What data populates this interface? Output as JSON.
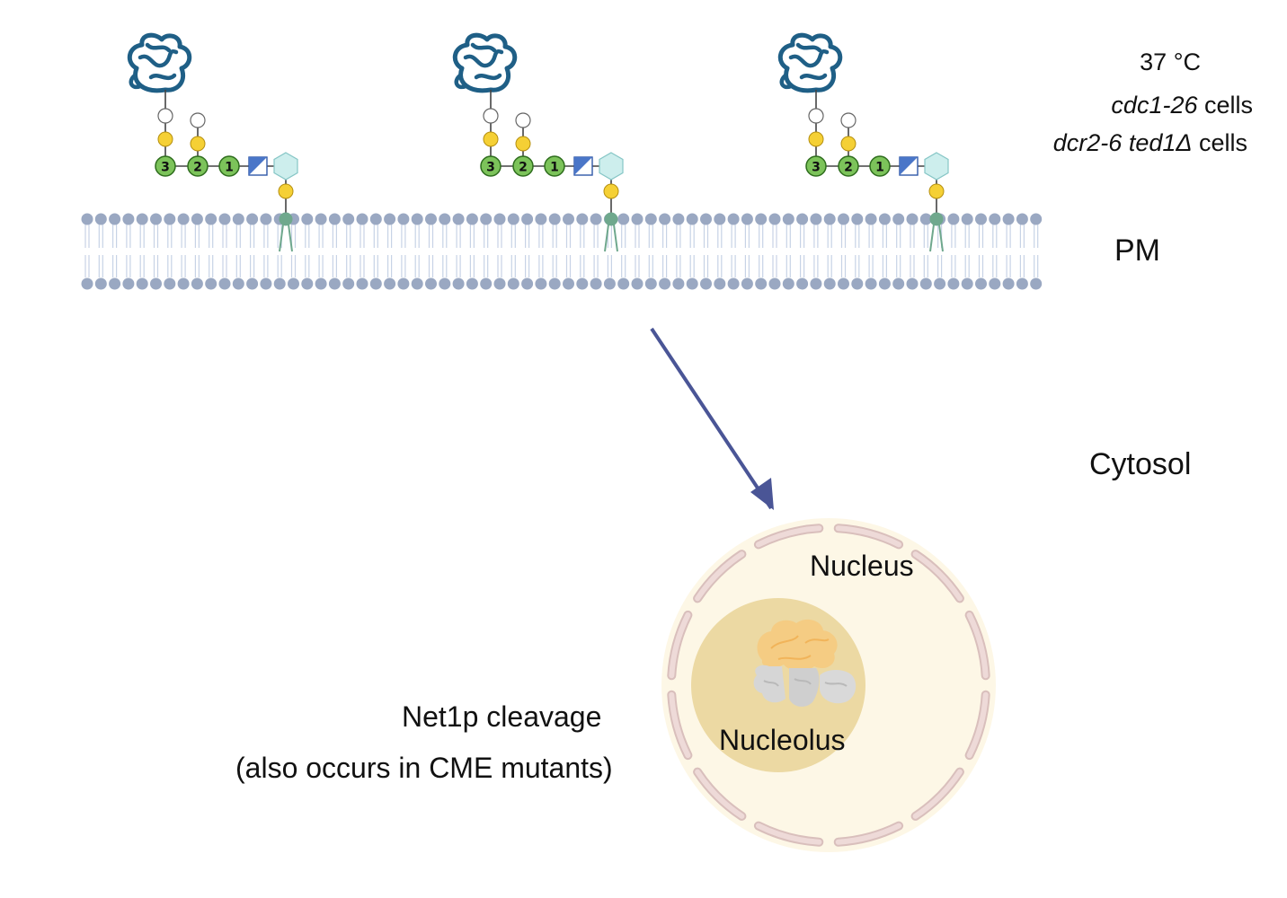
{
  "conditions": {
    "temperature": "37 °C",
    "strain1_italic": "cdc1-26",
    "strain1_suffix": " cells",
    "strain2_italic": "dcr2-6 ted1Δ",
    "strain2_suffix": " cells"
  },
  "regions": {
    "pm": "PM",
    "cytosol": "Cytosol",
    "nucleus": "Nucleus",
    "nucleolus": "Nucleolus"
  },
  "glycan_residue_numbers": [
    "3",
    "2",
    "1"
  ],
  "gpi_anchor_count": 3,
  "event": {
    "line1": "Net1p cleavage",
    "line2": "(also occurs in CME mutants)"
  },
  "colors": {
    "protein": "#1f5f86",
    "mannose_green": "#7cc35a",
    "galactose_yellow": "#f5d035",
    "membrane_head": "#9aa8c2",
    "arrow": "#4a5596",
    "nucleus_fill": "#fdf7e6",
    "nucleolus_fill": "#ecd9a3",
    "envelope": "#eedad8"
  }
}
